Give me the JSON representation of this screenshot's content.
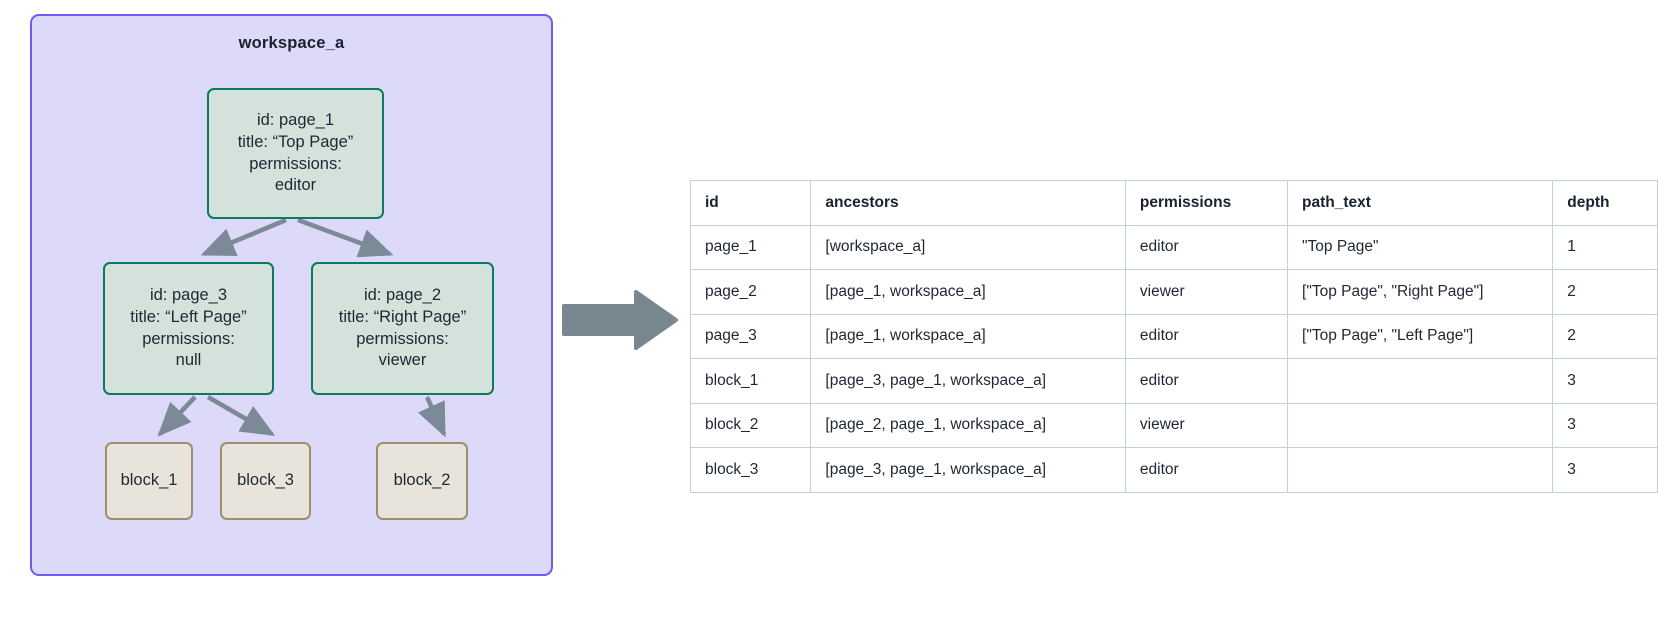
{
  "diagram": {
    "workspace": {
      "title": "workspace_a",
      "border_color": "#6b5cf6",
      "fill_color": "#ddd9f9"
    },
    "page_node_colors": {
      "fill": "#d3e3dc",
      "border": "#0d7a5f"
    },
    "block_node_colors": {
      "fill": "#e9e4db",
      "border": "#a08d6d"
    },
    "edge_color": "#7b8a96",
    "nodes": {
      "page_1": {
        "id_line": "id: page_1",
        "title_line": "title: “Top Page”",
        "permissions_label": "permissions:",
        "permissions_value": "editor"
      },
      "page_3": {
        "id_line": "id: page_3",
        "title_line": "title: “Left Page”",
        "permissions_label": "permissions:",
        "permissions_value": "null"
      },
      "page_2": {
        "id_line": "id: page_2",
        "title_line": "title: “Right Page”",
        "permissions_label": "permissions:",
        "permissions_value": "viewer"
      },
      "block_1": {
        "label": "block_1"
      },
      "block_3": {
        "label": "block_3"
      },
      "block_2": {
        "label": "block_2"
      }
    },
    "flow_arrow": {
      "name": "right-arrow",
      "color": "#78878f"
    }
  },
  "table": {
    "columns": [
      "id",
      "ancestors",
      "permissions",
      "path_text",
      "depth"
    ],
    "rows": [
      {
        "id": "page_1",
        "ancestors": "[workspace_a]",
        "permissions": "editor",
        "path_text": "\"Top Page\"",
        "depth": "1"
      },
      {
        "id": "page_2",
        "ancestors": "[page_1, workspace_a]",
        "permissions": "viewer",
        "path_text": "[\"Top Page\", \"Right Page\"]",
        "depth": "2"
      },
      {
        "id": "page_3",
        "ancestors": "[page_1, workspace_a]",
        "permissions": "editor",
        "path_text": "[\"Top Page\", \"Left Page\"]",
        "depth": "2"
      },
      {
        "id": "block_1",
        "ancestors": "[page_3, page_1, workspace_a]",
        "permissions": "editor",
        "path_text": "",
        "depth": "3"
      },
      {
        "id": "block_2",
        "ancestors": "[page_2, page_1, workspace_a]",
        "permissions": "viewer",
        "path_text": "",
        "depth": "3"
      },
      {
        "id": "block_3",
        "ancestors": "[page_3, page_1, workspace_a]",
        "permissions": "editor",
        "path_text": "",
        "depth": "3"
      }
    ]
  }
}
